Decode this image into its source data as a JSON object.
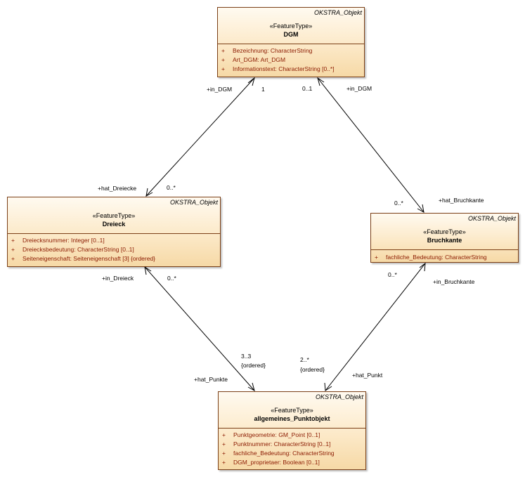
{
  "classes": {
    "dgm": {
      "tag": "OKSTRA_Objekt",
      "stereotype": "«FeatureType»",
      "name": "DGM",
      "attributes": [
        {
          "vis": "+",
          "text": "Bezeichnung: CharacterString"
        },
        {
          "vis": "+",
          "text": "Art_DGM: Art_DGM"
        },
        {
          "vis": "+",
          "text": "Informationstext: CharacterString [0..*]"
        }
      ]
    },
    "dreieck": {
      "tag": "OKSTRA_Objekt",
      "stereotype": "«FeatureType»",
      "name": "Dreieck",
      "attributes": [
        {
          "vis": "+",
          "text": "Dreiecksnummer: Integer [0..1]"
        },
        {
          "vis": "+",
          "text": "Dreiecksbedeutung: CharacterString [0..1]"
        },
        {
          "vis": "+",
          "text": "Seiteneigenschaft: Seiteneigenschaft [3] {ordered}"
        }
      ]
    },
    "bruchkante": {
      "tag": "OKSTRA_Objekt",
      "stereotype": "«FeatureType»",
      "name": "Bruchkante",
      "attributes": [
        {
          "vis": "+",
          "text": "fachliche_Bedeutung: CharacterString"
        }
      ]
    },
    "punkt": {
      "tag": "OKSTRA_Objekt",
      "stereotype": "«FeatureType»",
      "name": "allgemeines_Punktobjekt",
      "attributes": [
        {
          "vis": "+",
          "text": "Punktgeometrie: GM_Point [0..1]"
        },
        {
          "vis": "+",
          "text": "Punktnummer: CharacterString [0..1]"
        },
        {
          "vis": "+",
          "text": "fachliche_Bedeutung: CharacterString"
        },
        {
          "vis": "+",
          "text": "DGM_proprietaer: Boolean [0..1]"
        }
      ]
    }
  },
  "labels": {
    "in_dgm_left": "+in_DGM",
    "mult_1": "1",
    "mult_0_1": "0..1",
    "in_dgm_right": "+in_DGM",
    "hat_dreiecke": "+hat_Dreiecke",
    "mult_dreiecke": "0..*",
    "hat_bruchkante": "+hat_Bruchkante",
    "mult_bruchkante": "0..*",
    "in_dreieck": "+in_Dreieck",
    "mult_in_dreieck": "0..*",
    "mult_in_bruchkante": "0..*",
    "in_bruchkante": "+in_Bruchkante",
    "mult_3_3": "3..3",
    "ordered_1": "{ordered}",
    "mult_2": "2..*",
    "ordered_2": "{ordered}",
    "hat_punkte": "+hat_Punkte",
    "hat_punkt": "+hat_Punkt"
  }
}
